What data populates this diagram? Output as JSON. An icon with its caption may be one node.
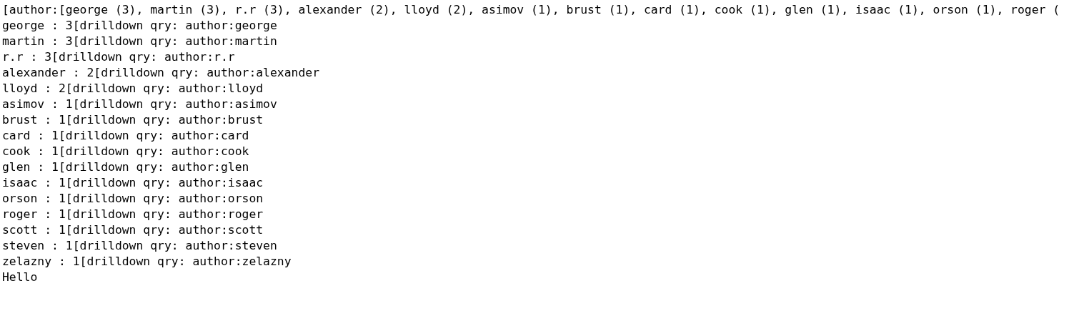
{
  "diagram": {
    "labels": [
      "[author:[george (3), martin (3), r.r (3), alexander (2), lloyd (2), asimov (1), brust (1), card (1), cook (1), glen (1), isaac (1), orson (1), roger (",
      "george : 3[drilldown qry: author:george",
      "martin : 3[drilldown qry: author:martin",
      "r.r : 3[drilldown qry: author:r.r",
      "alexander : 2[drilldown qry: author:alexander",
      "lloyd : 2[drilldown qry: author:lloyd",
      "asimov : 1[drilldown qry: author:asimov",
      "brust : 1[drilldown qry: author:brust",
      "card : 1[drilldown qry: author:card",
      "cook : 1[drilldown qry: author:cook",
      "glen : 1[drilldown qry: author:glen",
      "isaac : 1[drilldown qry: author:isaac",
      "orson : 1[drilldown qry: author:orson",
      "roger : 1[drilldown qry: author:roger",
      "scott : 1[drilldown qry: author:scott",
      "steven : 1[drilldown qry: author:steven",
      "zelazny : 1[drilldown qry: author:zelazny",
      "Hello"
    ]
  }
}
